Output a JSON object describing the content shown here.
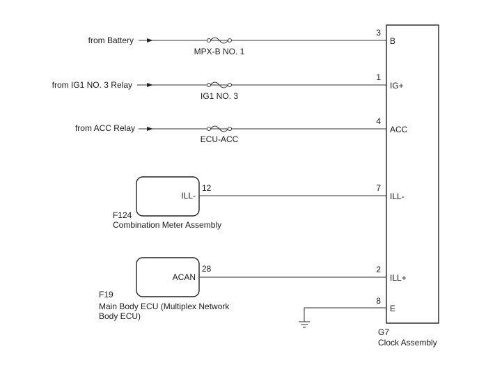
{
  "sources": {
    "battery": "from Battery",
    "ig1_relay": "from IG1 NO. 3 Relay",
    "acc_relay": "from ACC Relay"
  },
  "fuses": {
    "mpxb": "MPX-B NO. 1",
    "ig1": "IG1 NO. 3",
    "ecuacc": "ECU-ACC"
  },
  "clock": {
    "code": "G7",
    "name": "Clock Assembly",
    "pins": {
      "b": {
        "num": "3",
        "label": "B"
      },
      "ig": {
        "num": "1",
        "label": "IG+"
      },
      "acc": {
        "num": "4",
        "label": "ACC"
      },
      "illm": {
        "num": "7",
        "label": "ILL-"
      },
      "illp": {
        "num": "2",
        "label": "ILL+"
      },
      "e": {
        "num": "8",
        "label": "E"
      }
    }
  },
  "meter": {
    "code": "F124",
    "name": "Combination Meter Assembly",
    "pin_label": "ILL-",
    "pin_num": "12"
  },
  "ecu": {
    "code": "F19",
    "name_line1": "Main Body ECU (Multiplex Network",
    "name_line2": "Body ECU)",
    "pin_label": "ACAN",
    "pin_num": "28"
  }
}
